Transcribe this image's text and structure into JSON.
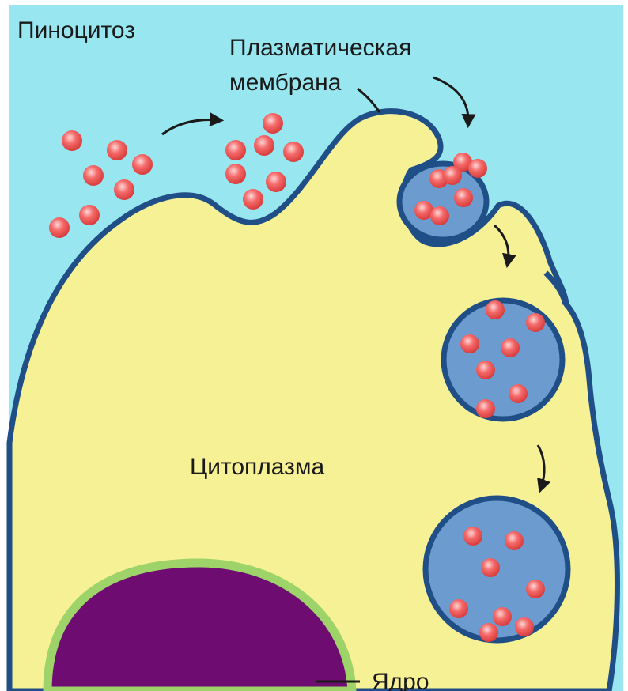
{
  "labels": {
    "title": "Пиноцитоз",
    "membrane_line1": "Плазматическая",
    "membrane_line2": "мембрана",
    "cytoplasm": "Цитоплазма",
    "nucleus": "Ядро"
  },
  "colors": {
    "background": "#98e6f0",
    "cytoplasm": "#f7f196",
    "membrane": "#1f4f86",
    "vesicle_fill": "#6c9bd0",
    "particle": "#f25d5d",
    "particle_highlight": "#ffd8d8",
    "nucleus": "#6f0c72",
    "nuclear_envelope": "#9ed36a",
    "arrow": "#1a1a1a"
  }
}
